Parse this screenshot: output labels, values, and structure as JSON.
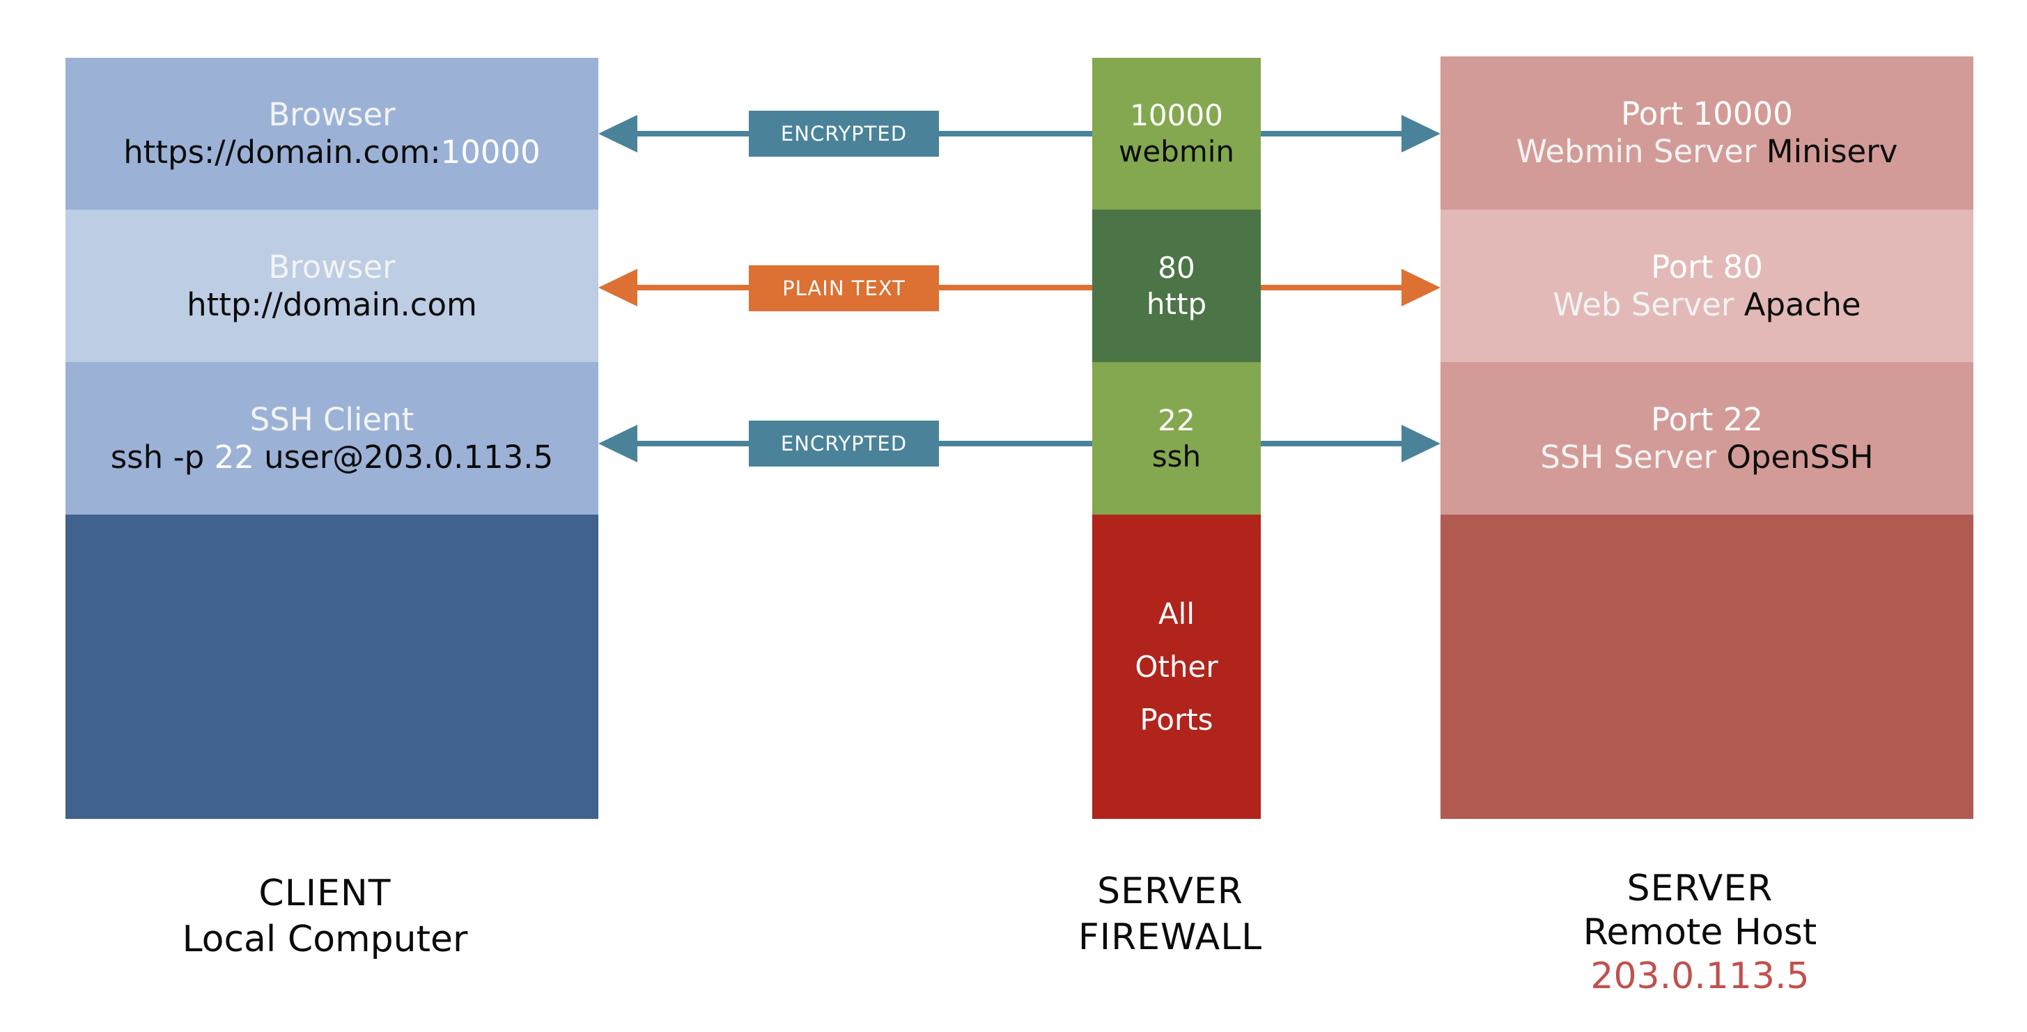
{
  "colors": {
    "client_dark": "#41628d",
    "client_mid": "#9bb2d6",
    "client_light": "#bccde4",
    "fw_green": "#84a84f",
    "fw_dark_green": "#4b7447",
    "fw_red": "#b0241c",
    "server_mid": "#d39b97",
    "server_light": "#e2b9b6",
    "server_dark": "#b15a51",
    "encrypted": "#4a8399",
    "plain": "#dc7133",
    "ip_highlight": "#c0514d"
  },
  "client": {
    "rows": [
      {
        "line1": "Browser",
        "line2_main": "https://domain.com:",
        "line2_highlight": "10000"
      },
      {
        "line1": "Browser",
        "line2_main": "http://domain.com"
      },
      {
        "line1": "SSH Client",
        "line2_a": "ssh -p ",
        "line2_highlight": "22",
        "line2_b": " user@203.0.113.5"
      }
    ],
    "footer": {
      "title": "CLIENT",
      "subtitle": "Local Computer"
    }
  },
  "connections": [
    {
      "label": "ENCRYPTED",
      "kind": "encrypted"
    },
    {
      "label": "PLAIN TEXT",
      "kind": "plain"
    },
    {
      "label": "ENCRYPTED",
      "kind": "encrypted"
    }
  ],
  "firewall": {
    "ports": [
      {
        "port": "10000",
        "service": "webmin"
      },
      {
        "port": "80",
        "service": "http"
      },
      {
        "port": "22",
        "service": "ssh"
      }
    ],
    "other": [
      "All",
      "Other",
      "Ports"
    ],
    "footer": {
      "title1": "SERVER",
      "title2": "FIREWALL"
    }
  },
  "server": {
    "rows": [
      {
        "port": "Port 10000",
        "name": "Webmin Server",
        "software": "Miniserv"
      },
      {
        "port": "Port 80",
        "name": "Web Server",
        "software": "Apache"
      },
      {
        "port": "Port 22",
        "name": "SSH Server",
        "software": "OpenSSH"
      }
    ],
    "footer": {
      "title": "SERVER",
      "subtitle": "Remote Host",
      "ip": "203.0.113.5"
    }
  },
  "icons": [
    "arrow-left-icon",
    "arrow-right-icon"
  ]
}
